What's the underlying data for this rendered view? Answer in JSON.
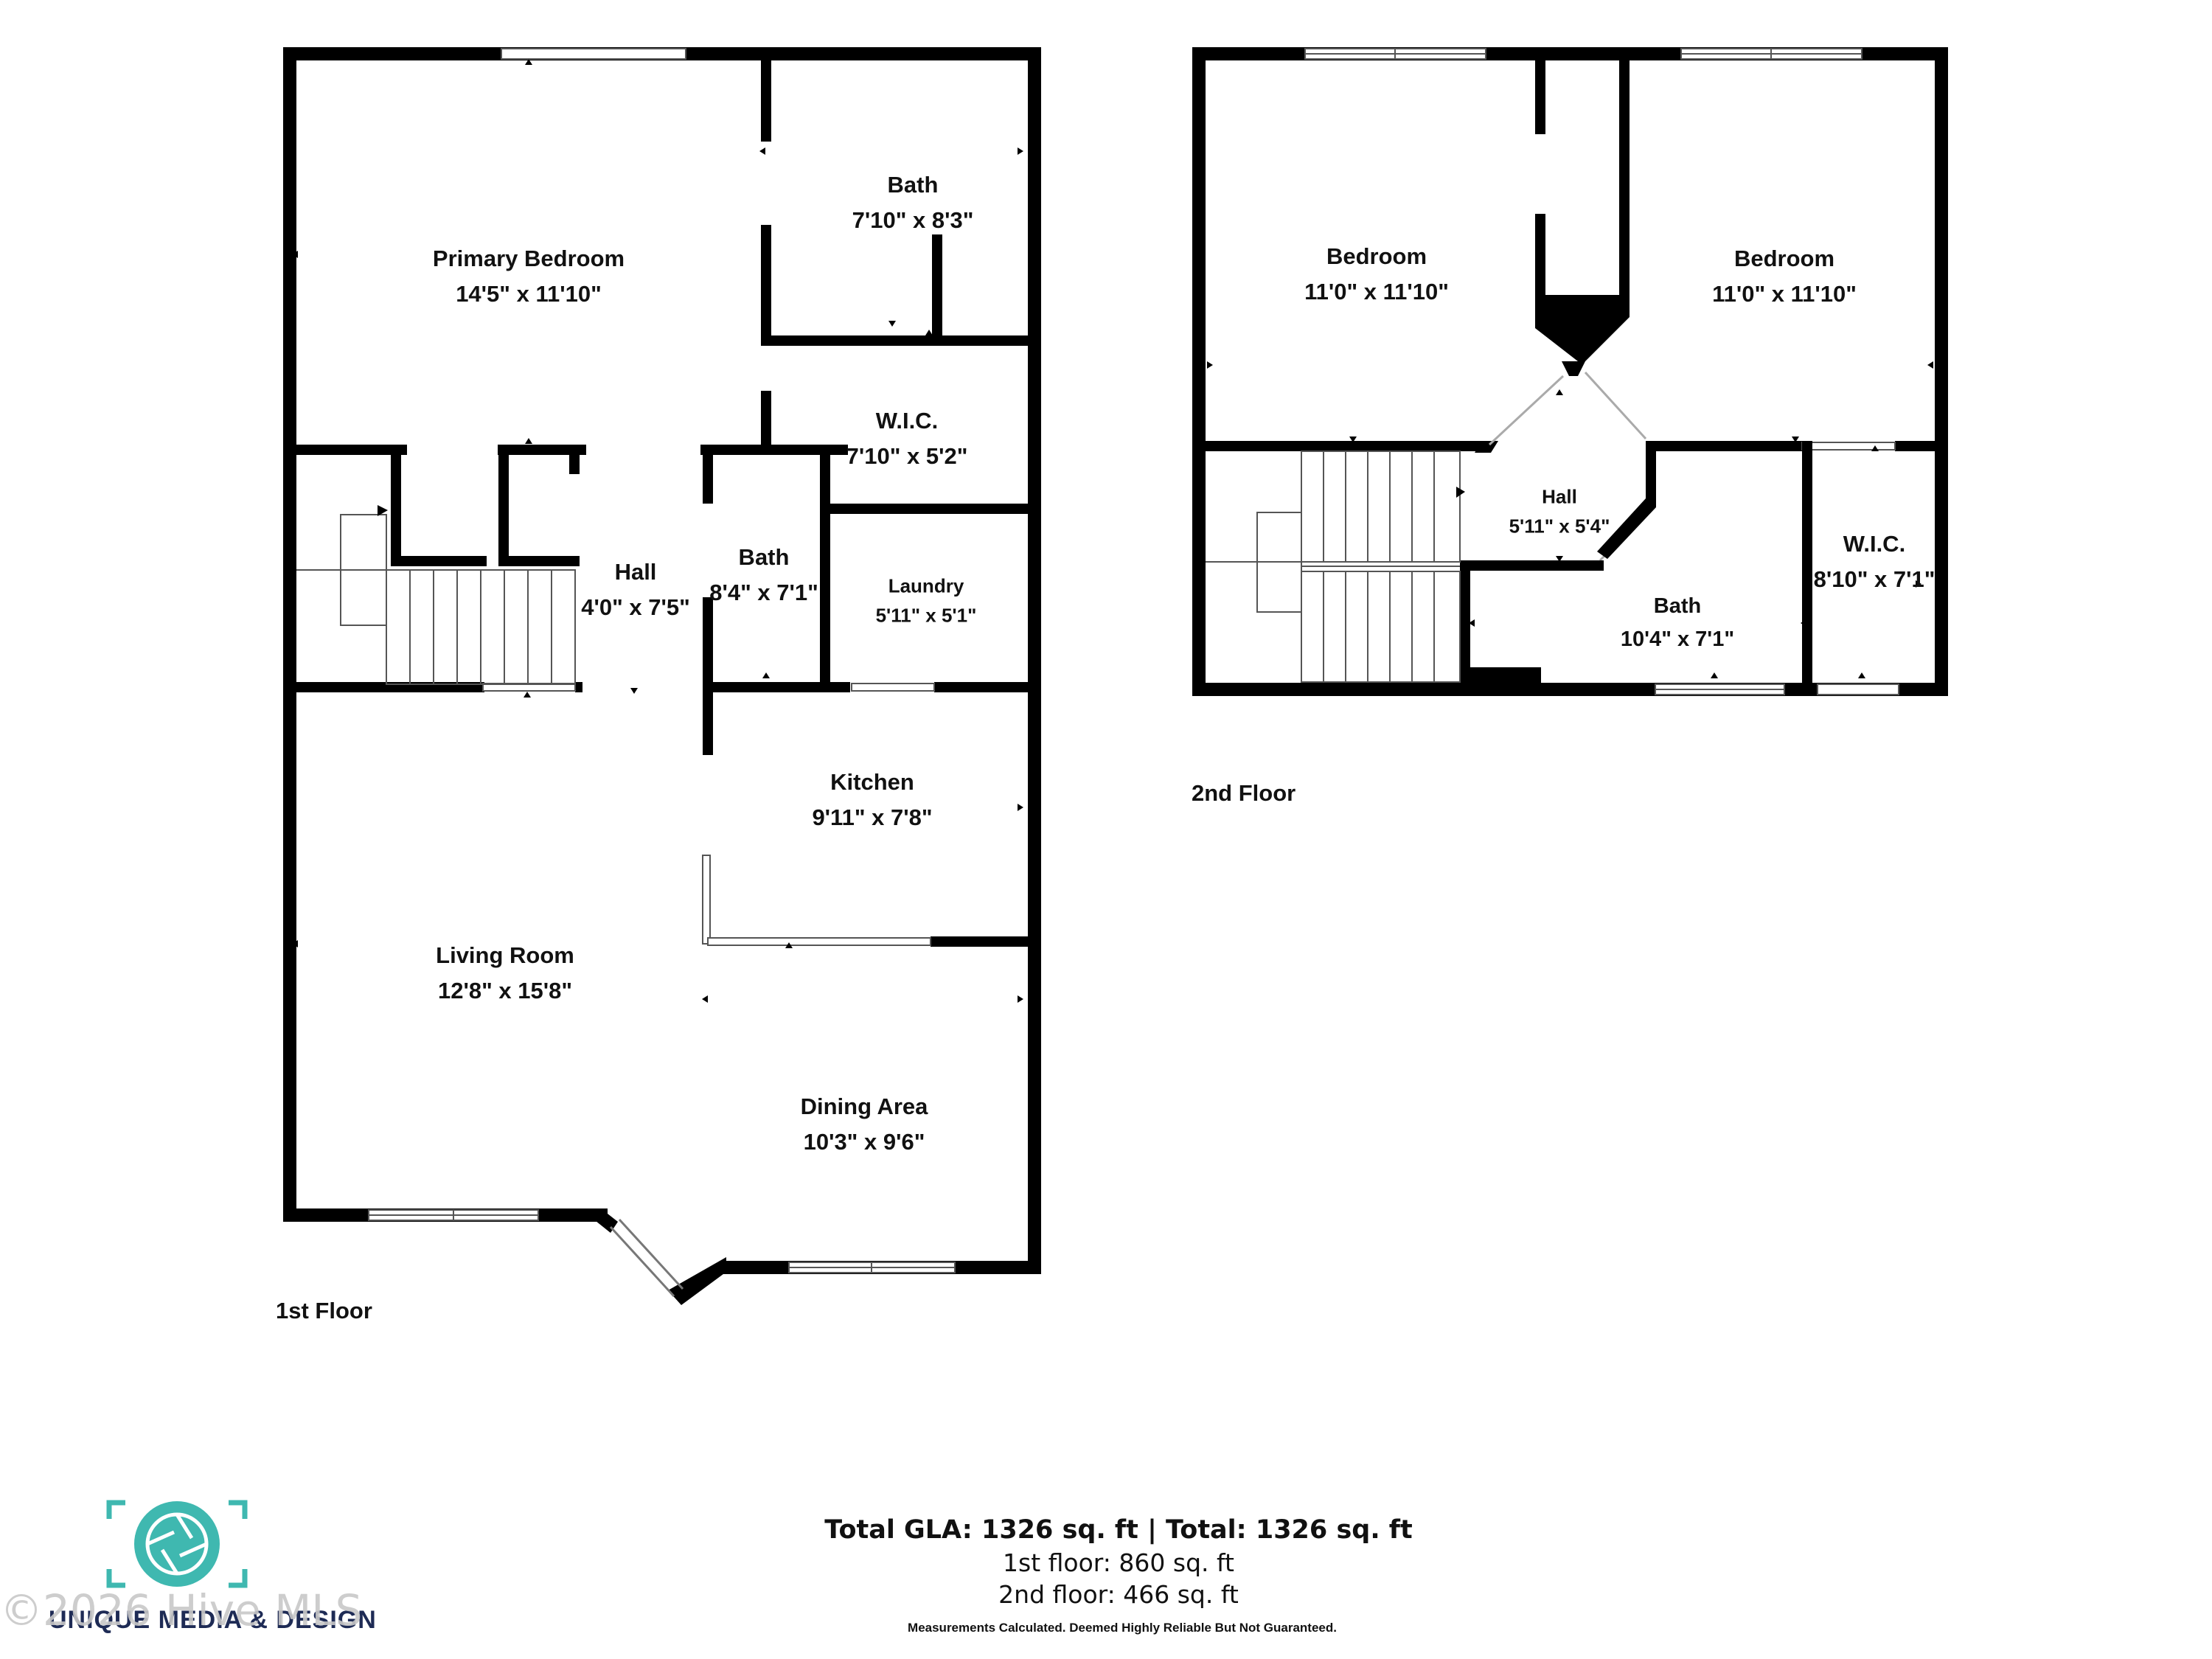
{
  "floors": {
    "first": {
      "label": "1st Floor"
    },
    "second": {
      "label": "2nd Floor"
    }
  },
  "rooms": {
    "primary_bedroom": {
      "name": "Primary Bedroom",
      "dims": "14'5\" x 11'10\""
    },
    "bath_1a": {
      "name": "Bath",
      "dims": "7'10\" x 8'3\""
    },
    "wic_1": {
      "name": "W.I.C.",
      "dims": "7'10\" x 5'2\""
    },
    "hall_1": {
      "name": "Hall",
      "dims": "4'0\" x 7'5\""
    },
    "bath_1b": {
      "name": "Bath",
      "dims": "8'4\" x 7'1\""
    },
    "laundry": {
      "name": "Laundry",
      "dims": "5'11\" x 5'1\""
    },
    "kitchen": {
      "name": "Kitchen",
      "dims": "9'11\" x 7'8\""
    },
    "living_room": {
      "name": "Living Room",
      "dims": "12'8\" x 15'8\""
    },
    "dining_area": {
      "name": "Dining Area",
      "dims": "10'3\" x 9'6\""
    },
    "bedroom_2a": {
      "name": "Bedroom",
      "dims": "11'0\" x 11'10\""
    },
    "bedroom_2b": {
      "name": "Bedroom",
      "dims": "11'0\" x 11'10\""
    },
    "hall_2": {
      "name": "Hall",
      "dims": "5'11\" x 5'4\""
    },
    "bath_2": {
      "name": "Bath",
      "dims": "10'4\" x 7'1\""
    },
    "wic_2": {
      "name": "W.I.C.",
      "dims": "8'10\" x 7'1\""
    }
  },
  "totals": {
    "headline": "Total GLA: 1326 sq. ft | Total: 1326 sq. ft",
    "first_floor": "1st floor: 860 sq. ft",
    "second_floor": "2nd floor: 466 sq. ft"
  },
  "disclaimer": "Measurements Calculated. Deemed Highly Reliable But Not Guaranteed.",
  "logo": {
    "brand": "UNIQUE MEDIA & DESIGN",
    "watermark": "©2026 Hive MLS",
    "icon": "camera-aperture-icon",
    "accent_color": "#3fb8b0"
  }
}
